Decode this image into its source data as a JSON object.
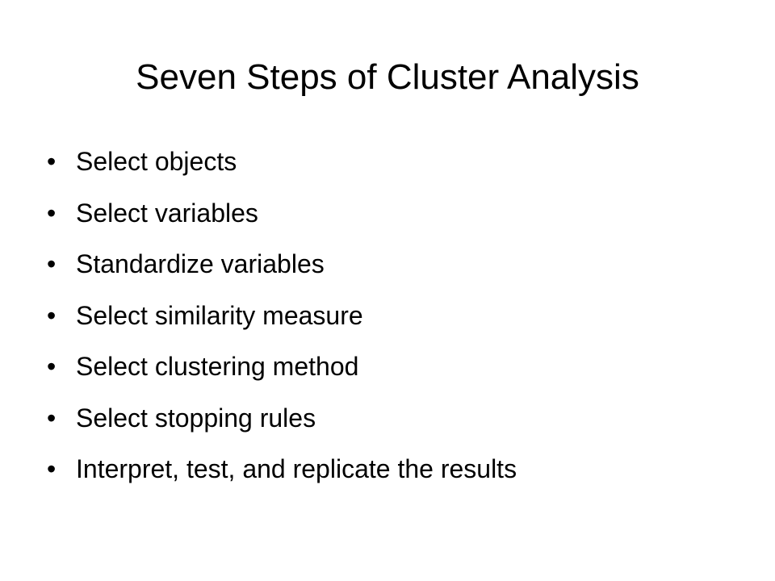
{
  "slide": {
    "title": "Seven Steps of Cluster Analysis",
    "bullet_symbol": "•",
    "items": [
      "Select objects",
      "Select variables",
      "Standardize variables",
      "Select similarity measure",
      "Select clustering method",
      "Select stopping rules",
      "Interpret, test, and replicate the results"
    ]
  }
}
